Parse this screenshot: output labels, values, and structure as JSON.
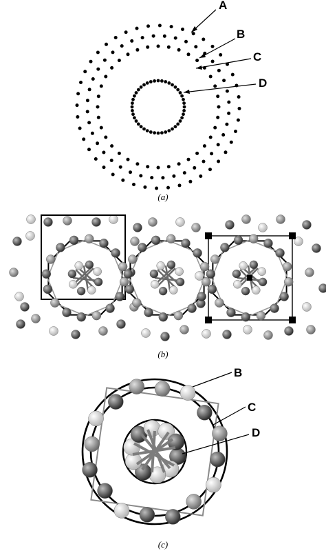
{
  "panels": {
    "a": {
      "caption": "(a)",
      "rings": [
        {
          "label": "A",
          "dots": 44
        },
        {
          "label": "B",
          "dots": 40
        },
        {
          "label": "C",
          "dots": 36
        },
        {
          "label": "D",
          "dots": 44
        }
      ]
    },
    "b": {
      "caption": "(b)"
    },
    "c": {
      "caption": "(c)",
      "labels": [
        "B",
        "C",
        "D"
      ]
    }
  },
  "colors": {
    "ink": "#000000",
    "sphere_dark": "#4a4a4a",
    "sphere_mid": "#8a8a8a",
    "sphere_light": "#d8d8d8"
  }
}
